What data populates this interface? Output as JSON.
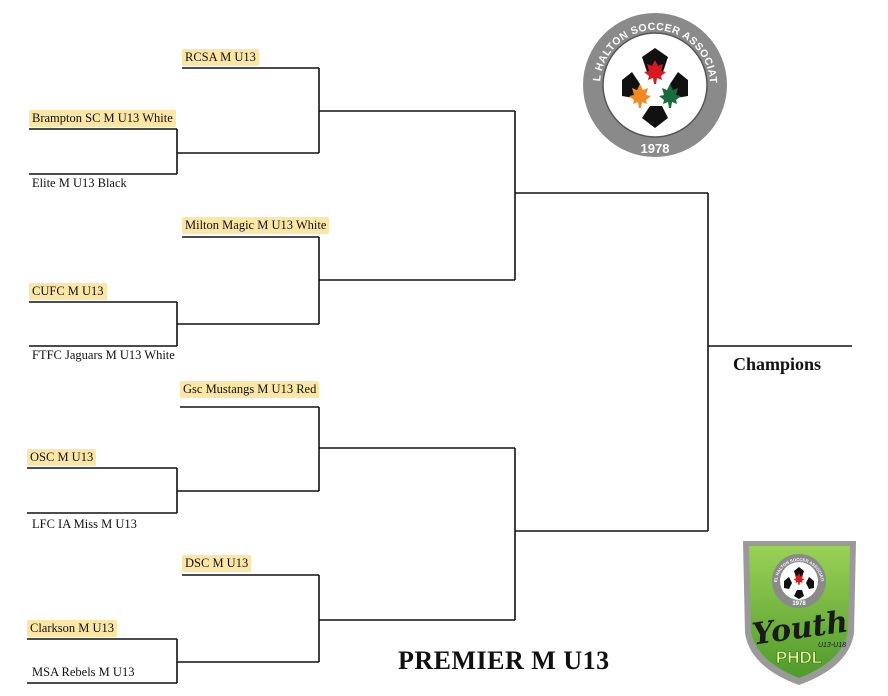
{
  "division": "PREMIER M U13",
  "champions_label": "Champions",
  "teams": [
    {
      "name": "RCSA M U13",
      "highlight": true
    },
    {
      "name": "Brampton SC M U13 White",
      "highlight": true
    },
    {
      "name": "Elite M U13 Black",
      "highlight": false
    },
    {
      "name": "Milton Magic M U13 White",
      "highlight": true
    },
    {
      "name": "CUFC M U13",
      "highlight": true
    },
    {
      "name": "FTFC Jaguars M U13 White",
      "highlight": false
    },
    {
      "name": "Gsc Mustangs M U13 Red",
      "highlight": true
    },
    {
      "name": "OSC M U13",
      "highlight": true
    },
    {
      "name": "LFC IA Miss M U13",
      "highlight": false
    },
    {
      "name": "DSC M U13",
      "highlight": true
    },
    {
      "name": "Clarkson M U13",
      "highlight": true
    },
    {
      "name": "MSA Rebels M U13",
      "highlight": false
    }
  ],
  "logos": {
    "association": {
      "arc_text": "PEEL HALTON SOCCER ASSOCIATION",
      "year": "1978",
      "colors": {
        "ring": "#8a8a8a",
        "red": "#d71920",
        "orange": "#f08a24",
        "green": "#1b6b3a"
      }
    },
    "youth": {
      "arc_text": "PEEL HALTON SOCCER ASSOCIATION",
      "year": "1978",
      "script_text": "Youth",
      "age_text": "U13-U18",
      "league_text": "PHDL",
      "colors": {
        "shield": "#6db33f",
        "frame": "#9a9a9a"
      }
    }
  }
}
